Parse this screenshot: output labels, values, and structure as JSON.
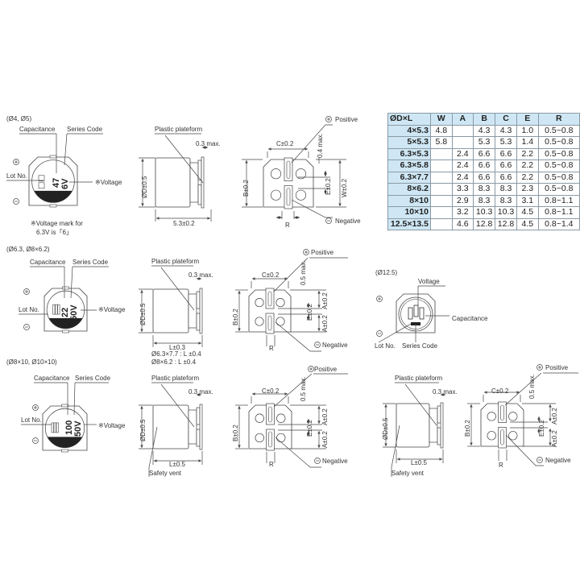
{
  "common": {
    "capacitance": "Capacitance",
    "series_code": "Series Code",
    "lot_no": "Lot No.",
    "voltage_mark": "※Voltage",
    "plastic_plateform": "Plastic plateform",
    "max_03": "0.3 max.",
    "dia": "ØD±0.5",
    "positive": "Positive",
    "negative": "Negative",
    "c_dim": "C±0.2",
    "b_dim": "B±0.2",
    "w_dim": "W±0.2",
    "e_dim": "E±0.2",
    "a_dim": "A±0.2",
    "r_dim": "R",
    "safety_vent": "Safety vent",
    "voltage": "Voltage"
  },
  "s1": {
    "title": "(Ø4, Ø5)",
    "cap_mark": "47",
    "volt_mark": "6V",
    "note_line1": "※Voltage mark for",
    "note_line2": "6.3V is「6」",
    "length": "5.3±0.2",
    "term_max": "0.4 max."
  },
  "s2": {
    "title": "(Ø6.3, Ø8×6.2)",
    "cap_mark": "22",
    "volt_mark": "50V",
    "length": "L±0.3",
    "length_note1": "Ø6.3×7.7 : L ±0.4",
    "length_note2": "Ø8×6.2 : L ±0.4",
    "term_max": "0.5 max."
  },
  "s12": {
    "title": "(Ø12.5)"
  },
  "s3": {
    "title": "(Ø8×10, Ø10×10)",
    "cap_mark": "100",
    "volt_mark": "50V",
    "length": "L±0.5",
    "term_max": "0.5 max."
  },
  "table": {
    "headers": [
      "ØD×L",
      "W",
      "A",
      "B",
      "C",
      "E",
      "R"
    ],
    "rows": [
      [
        "4×5.3",
        "4.8",
        "",
        "4.3",
        "4.3",
        "1.0",
        "0.5~0.8"
      ],
      [
        "5×5.3",
        "5.8",
        "",
        "5.3",
        "5.3",
        "1.4",
        "0.5~0.8"
      ],
      [
        "6.3×5.3",
        "",
        "2.4",
        "6.6",
        "6.6",
        "2.2",
        "0.5~0.8"
      ],
      [
        "6.3×5.8",
        "",
        "2.4",
        "6.6",
        "6.6",
        "2.2",
        "0.5~0.8"
      ],
      [
        "6.3×7.7",
        "",
        "2.4",
        "6.6",
        "6.6",
        "2.2",
        "0.5~0.8"
      ],
      [
        "8×6.2",
        "",
        "3.3",
        "8.3",
        "8.3",
        "2.3",
        "0.5~0.8"
      ],
      [
        "8×10",
        "",
        "2.9",
        "8.3",
        "8.3",
        "3.1",
        "0.8~1.1"
      ],
      [
        "10×10",
        "",
        "3.2",
        "10.3",
        "10.3",
        "4.5",
        "0.8~1.1"
      ],
      [
        "12.5×13.5",
        "",
        "4.6",
        "12.8",
        "12.8",
        "4.5",
        "0.8~1.4"
      ]
    ],
    "header_color": "#cfe7f4"
  }
}
